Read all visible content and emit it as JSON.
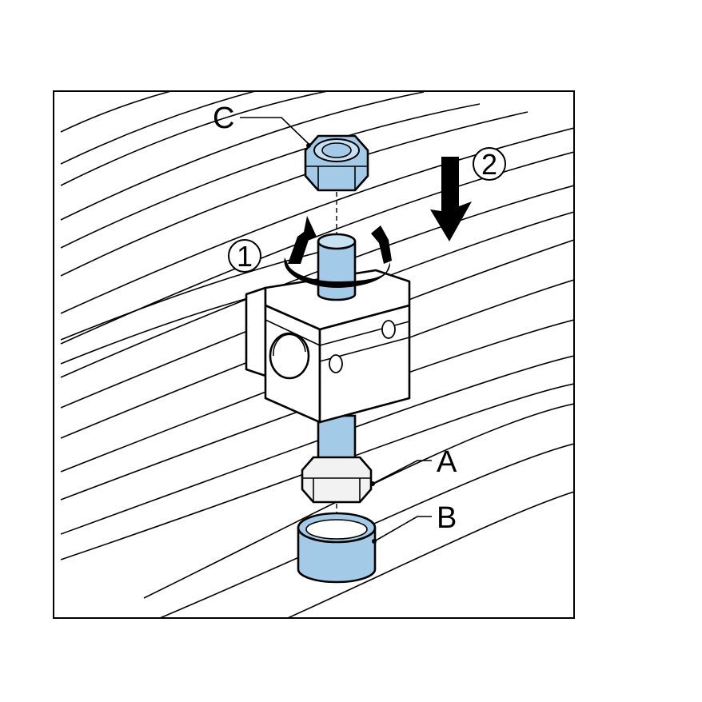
{
  "figure": {
    "labels": {
      "a": "A",
      "b": "B",
      "c": "C"
    },
    "steps": {
      "rotate": "1",
      "push_down": "2"
    },
    "colors": {
      "part_fill": "#a3cbe8",
      "metal_fill": "#f2f2f2",
      "outline": "#000000",
      "background": "#ffffff"
    },
    "icons": {
      "rotate": "rotate-arrows-icon",
      "down": "arrow-down-icon"
    }
  }
}
